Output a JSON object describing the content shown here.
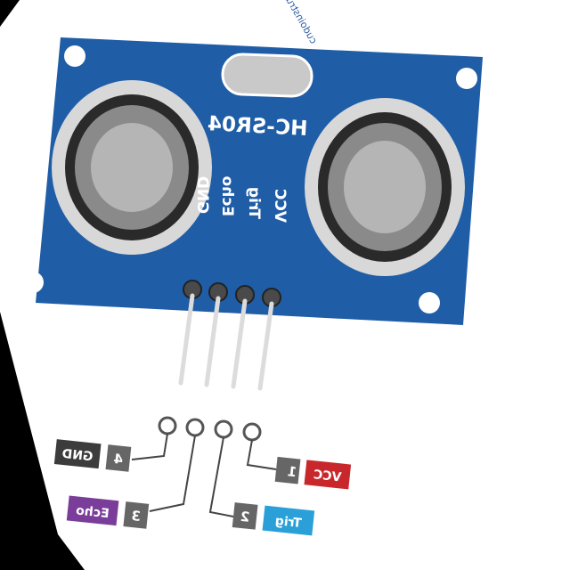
{
  "module": {
    "model_label": "HC-SR04",
    "watermark": "cudoinstrumentation.com",
    "pin_labels": [
      "GND",
      "Echo",
      "Trig",
      "VCC"
    ]
  },
  "pinout": [
    {
      "number": "1",
      "name": "VCC",
      "color": "#c8282c"
    },
    {
      "number": "2",
      "name": "Trig",
      "color": "#2a9fd8"
    },
    {
      "number": "3",
      "name": "Echo",
      "color": "#7a3d9a"
    },
    {
      "number": "4",
      "name": "GND",
      "color": "#3c3c3c"
    }
  ],
  "colors": {
    "board": "#1f5da6",
    "number_box": "#666666",
    "leader_line": "#444444"
  }
}
